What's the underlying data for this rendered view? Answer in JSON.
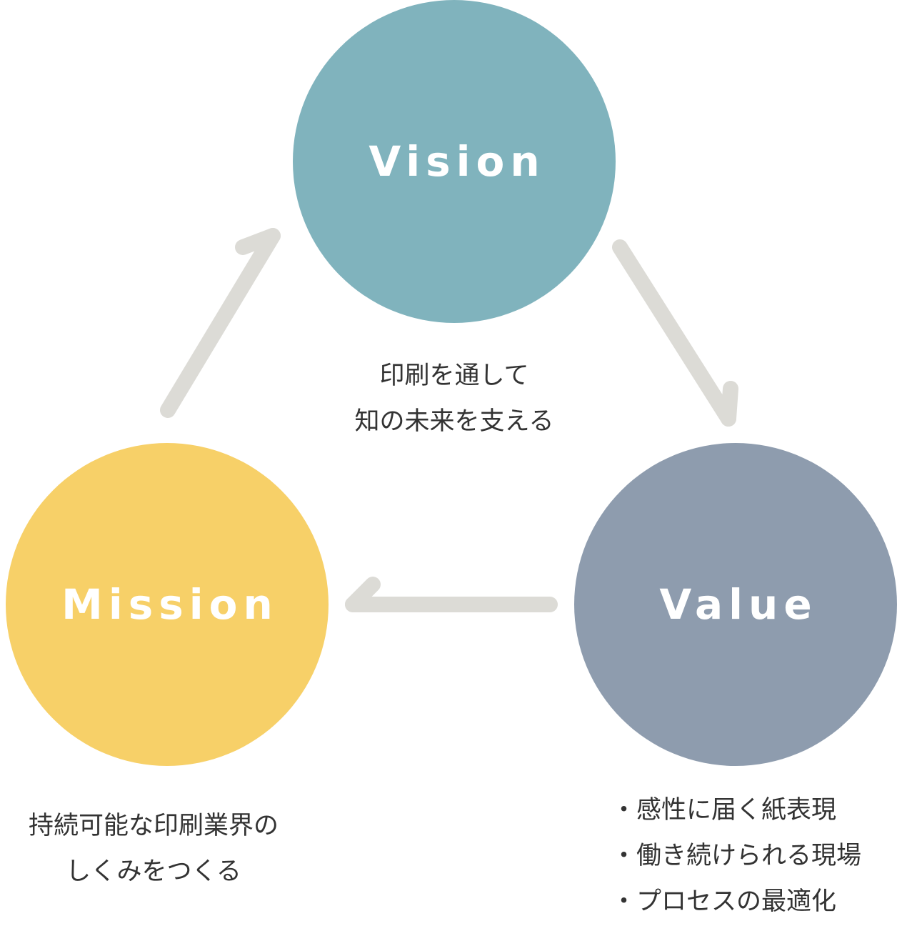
{
  "colors": {
    "vision": "#80b3bd",
    "value": "#8e9cae",
    "mission": "#f7d068",
    "arrow": "#dcdbd6"
  },
  "vision": {
    "title": "Vision",
    "lines": [
      "印刷を通して",
      "知の未来を支える"
    ]
  },
  "value": {
    "title": "Value",
    "lines": [
      "・感性に届く紙表現",
      "・働き続けられる現場",
      "・プロセスの最適化"
    ]
  },
  "mission": {
    "title": "Mission",
    "lines": [
      "持続可能な印刷業界の",
      "しくみをつくる"
    ]
  },
  "arrows": [
    {
      "name": "arrow-vision-to-value-icon",
      "from": "vision",
      "to": "value"
    },
    {
      "name": "arrow-value-to-mission-icon",
      "from": "value",
      "to": "mission"
    },
    {
      "name": "arrow-mission-to-vision-icon",
      "from": "mission",
      "to": "vision"
    }
  ]
}
